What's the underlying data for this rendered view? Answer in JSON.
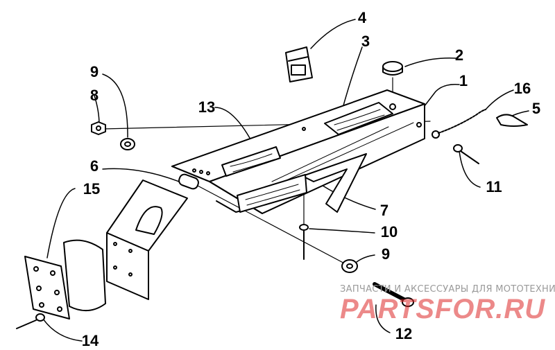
{
  "callouts": {
    "n1": "1",
    "n2": "2",
    "n3": "3",
    "n4": "4",
    "n5": "5",
    "n6": "6",
    "n7": "7",
    "n8": "8",
    "n9_top": "9",
    "n9_bottom": "9",
    "n10": "10",
    "n11": "11",
    "n12": "12",
    "n13": "13",
    "n14": "14",
    "n15": "15",
    "n16": "16"
  },
  "watermark": {
    "tagline": "ЗАПЧАСТИ И АКСЕССУАРЫ ДЛЯ МОТОТЕХНИКИ",
    "logo": "PARTSFOR.RU"
  },
  "colors": {
    "ink": "#000000",
    "background": "#ffffff",
    "watermark_red": "#dc2828",
    "watermark_gray": "#9a9a9a"
  }
}
